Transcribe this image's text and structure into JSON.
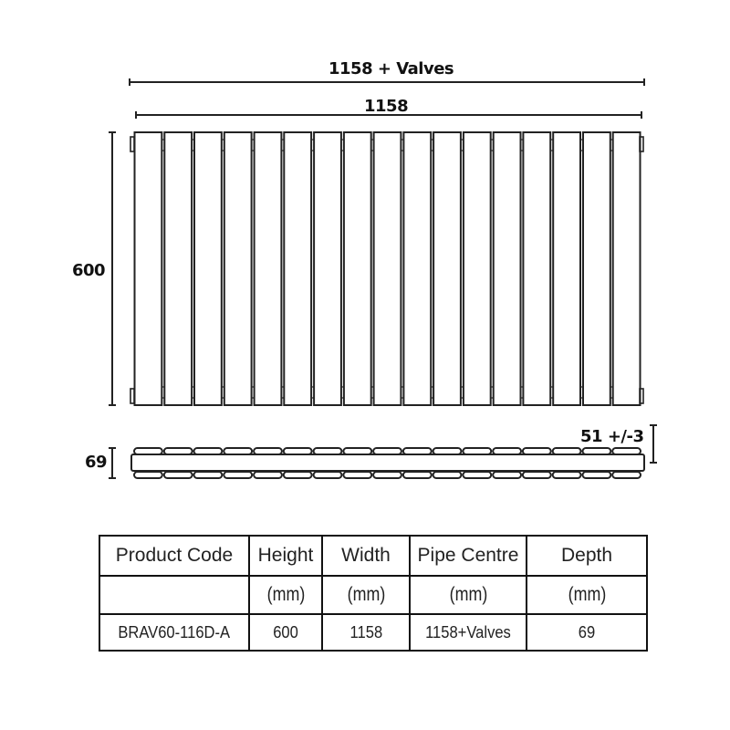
{
  "diagram": {
    "front_view": {
      "overall_width_label": "1158 + Valves",
      "width_label": "1158",
      "height_label": "600",
      "panel_count": 17
    },
    "side_view": {
      "depth_label": "69",
      "pipe_depth_label": "51 +/-3"
    }
  },
  "spec_table": {
    "headers": [
      "Product Code",
      "Height",
      "Width",
      "Pipe Centre",
      "Depth"
    ],
    "units": [
      "",
      "(mm)",
      "(mm)",
      "(mm)",
      "(mm)"
    ],
    "rows": [
      [
        "BRAV60-116D-A",
        "600",
        "1158",
        "1158+Valves",
        "69"
      ]
    ]
  }
}
